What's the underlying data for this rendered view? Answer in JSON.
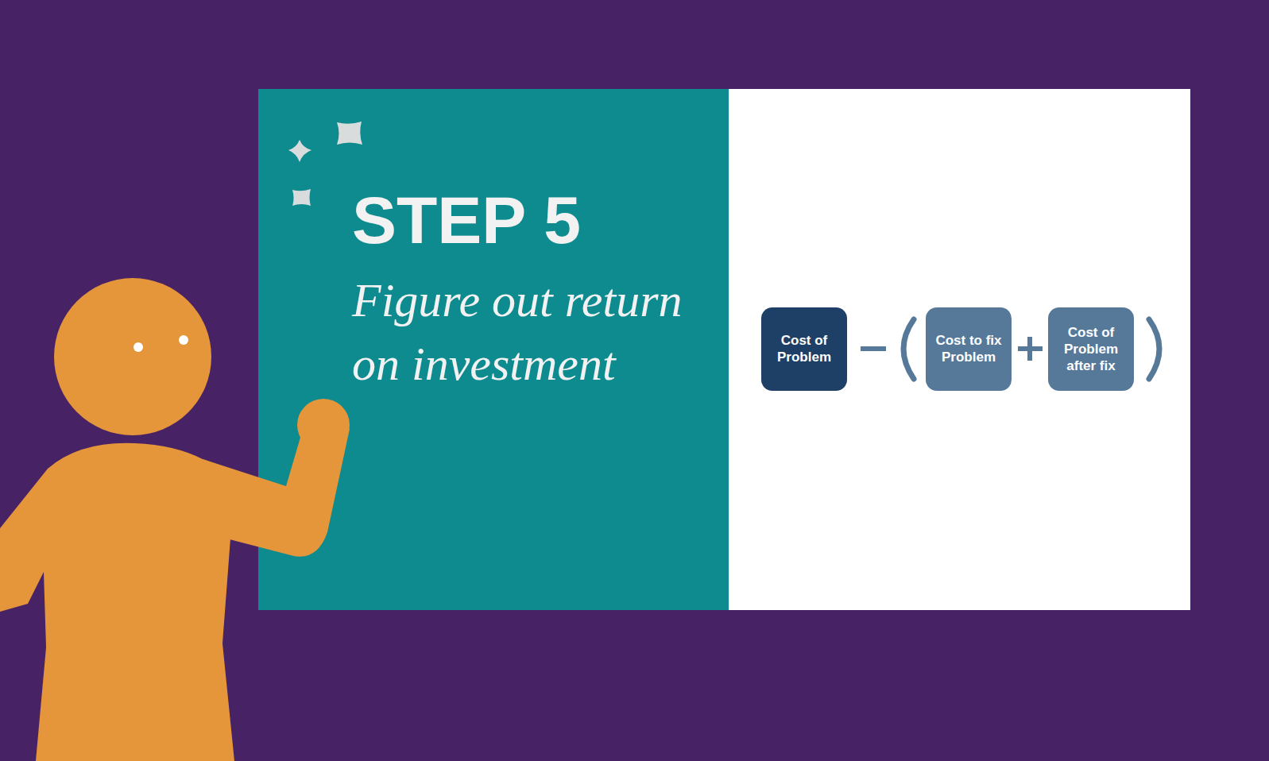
{
  "diagram": {
    "title": "STEP 5",
    "nodes": [
      {
        "text": [
          "Cost of Problem"
        ]
      },
      {
        "text": [
          "Cost to fix Problem"
        ]
      },
      {
        "text": [
          "Cost of Problem after fix"
        ]
      }
    ],
    "labels": [
      "Figure out return on investment"
    ]
  }
}
